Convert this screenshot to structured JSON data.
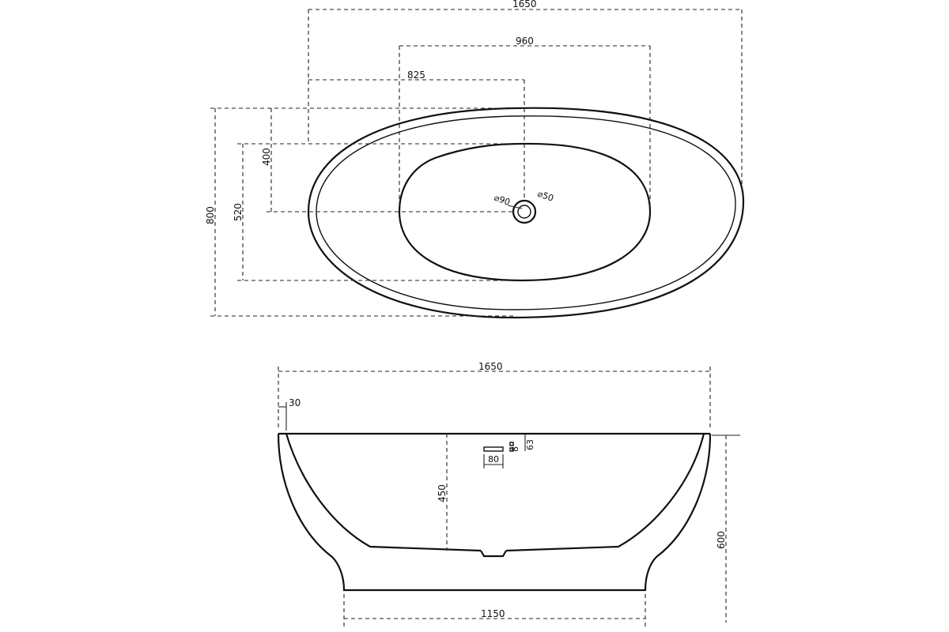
{
  "top_view": {
    "overall_length": "1650",
    "bowl_width": "960",
    "drain_offset": "825",
    "overall_width": "800",
    "bowl_depth_width": "520",
    "drain_half_width": "400",
    "drain_outer_dia": "⌀90",
    "drain_inner_dia": "⌀50"
  },
  "side_view": {
    "overall_length": "1650",
    "rim_thickness": "30",
    "inner_depth": "450",
    "overflow_width": "80",
    "overflow_height_small": "8",
    "overflow_height": "63",
    "overall_height": "600",
    "base_length": "1150"
  }
}
